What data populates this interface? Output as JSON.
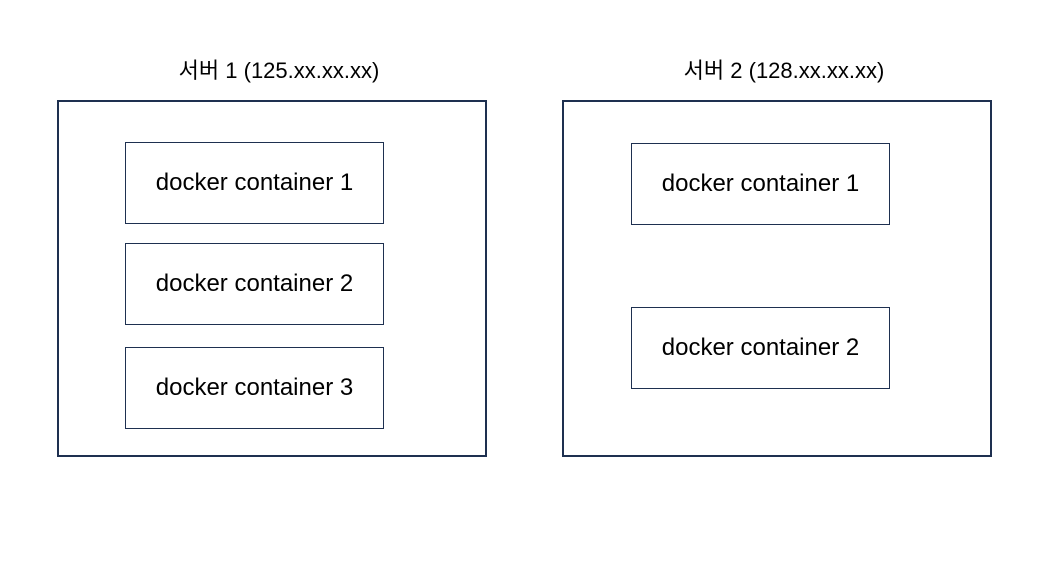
{
  "colors": {
    "background": "#ffffff",
    "line": "#1e3050",
    "text": "#000000"
  },
  "servers": [
    {
      "title": "서버 1 (125.xx.xx.xx)",
      "containers": [
        "docker container 1",
        "docker container 2",
        "docker container 3"
      ]
    },
    {
      "title": "서버 2 (128.xx.xx.xx)",
      "containers": [
        "docker container 1",
        "docker container 2"
      ]
    }
  ]
}
